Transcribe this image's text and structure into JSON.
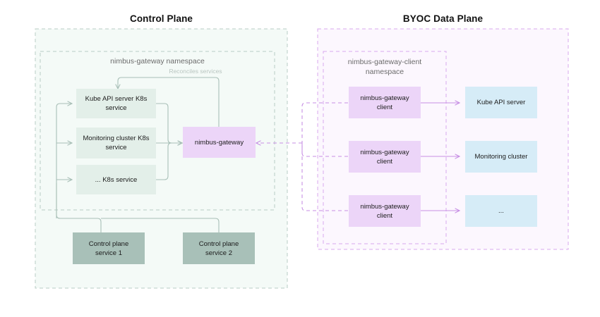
{
  "diagram": {
    "title_left": "Control Plane",
    "title_right": "BYOC Data Plane",
    "colors": {
      "mint_fill": "#e3efe9",
      "sage_fill": "#a8c0b8",
      "violet_fill": "#ecd5f8",
      "blue_fill": "#d6ecf7",
      "control_plane_border": "#b9ccc5",
      "control_plane_bg": "#f4faf7",
      "data_plane_border": "#d9a8ee",
      "data_plane_bg": "#fcf7fe",
      "green_connector": "#a8bfb7",
      "purple_connector": "#c78fe4"
    }
  },
  "control_plane": {
    "title": "Control Plane",
    "namespace_label": "nimbus-gateway namespace",
    "reconcile_label": "Reconciles services",
    "services": [
      {
        "label": "Kube API server K8s\nservice"
      },
      {
        "label": "Monitoring cluster K8s\nservice"
      },
      {
        "label": "... K8s service"
      }
    ],
    "gateway": {
      "label": "nimbus-gateway"
    },
    "platform_services": [
      {
        "label": "Control plane\nservice 1"
      },
      {
        "label": "Control plane\nservice 2"
      }
    ]
  },
  "data_plane": {
    "title": "BYOC Data Plane",
    "namespace_label": "nimbus-gateway-client\nnamespace",
    "clients": [
      {
        "label": "nimbus-gateway\nclient"
      },
      {
        "label": "nimbus-gateway\nclient"
      },
      {
        "label": "nimbus-gateway\nclient"
      }
    ],
    "targets": [
      {
        "label": "Kube API server"
      },
      {
        "label": "Monitoring cluster"
      },
      {
        "label": "..."
      }
    ]
  }
}
